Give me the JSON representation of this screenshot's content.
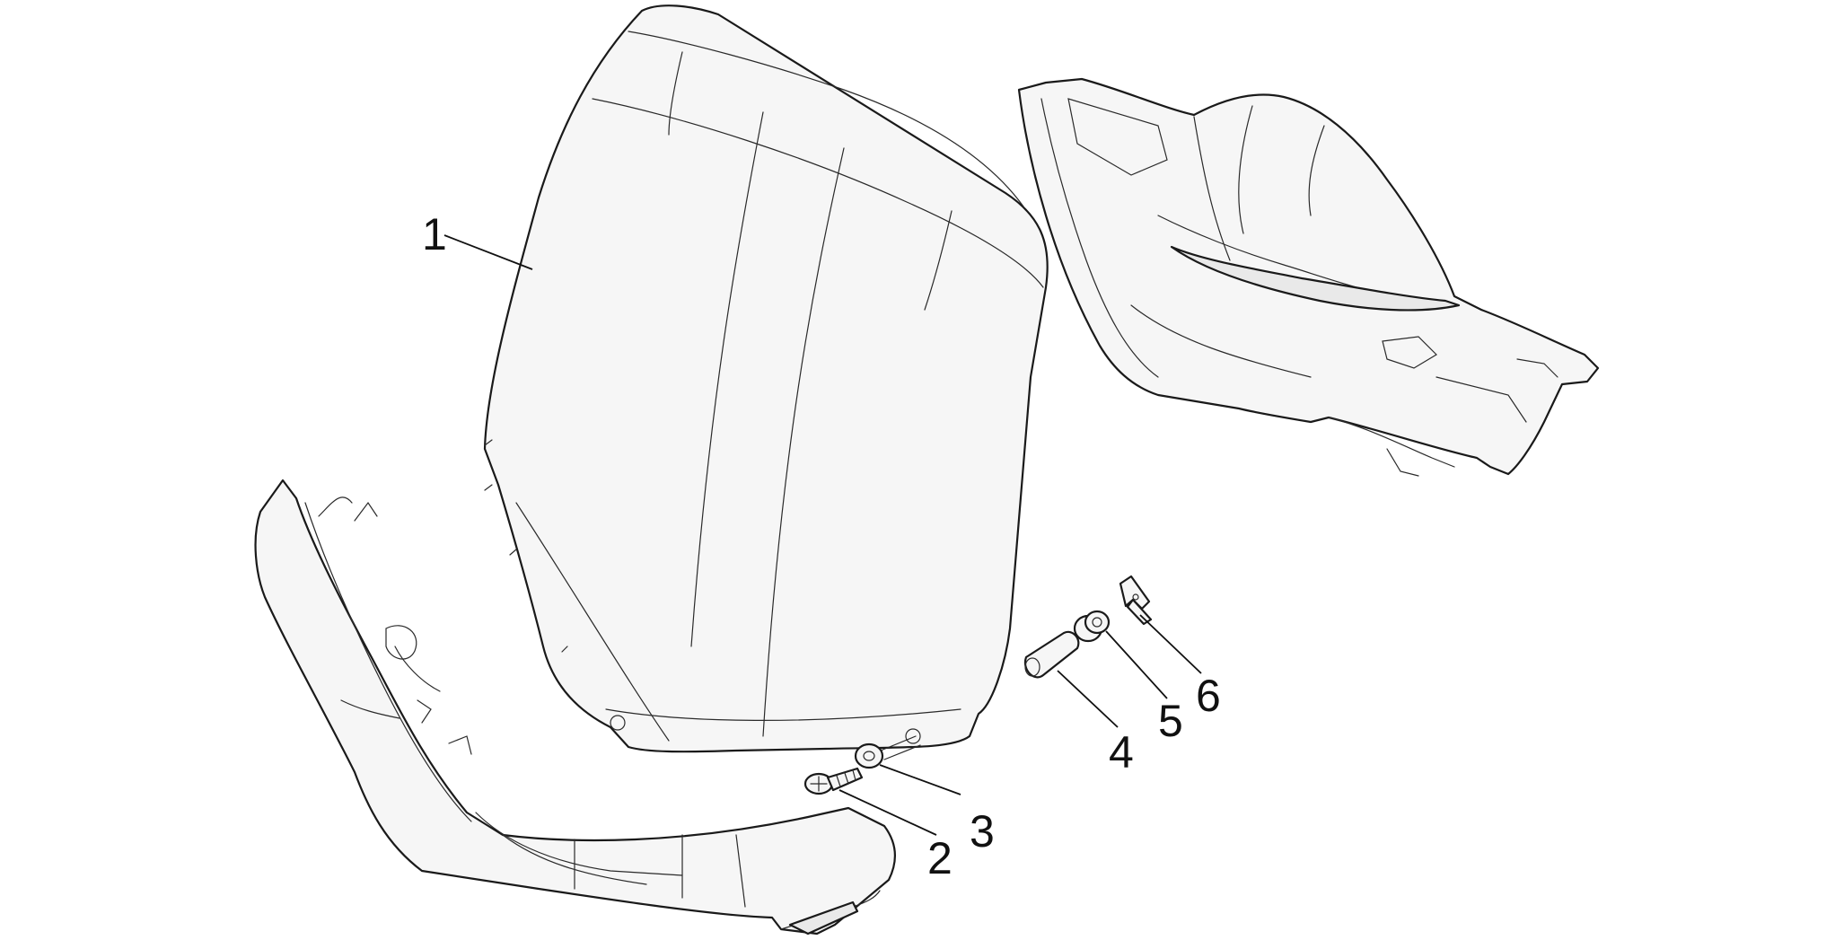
{
  "diagram": {
    "callouts": [
      {
        "id": "1",
        "label": "1"
      },
      {
        "id": "2",
        "label": "2"
      },
      {
        "id": "3",
        "label": "3"
      },
      {
        "id": "4",
        "label": "4"
      },
      {
        "id": "5",
        "label": "5"
      },
      {
        "id": "6",
        "label": "6"
      }
    ],
    "colors": {
      "line": "#1a1a1a",
      "fill": "#f6f6f6",
      "background": "#ffffff"
    }
  }
}
